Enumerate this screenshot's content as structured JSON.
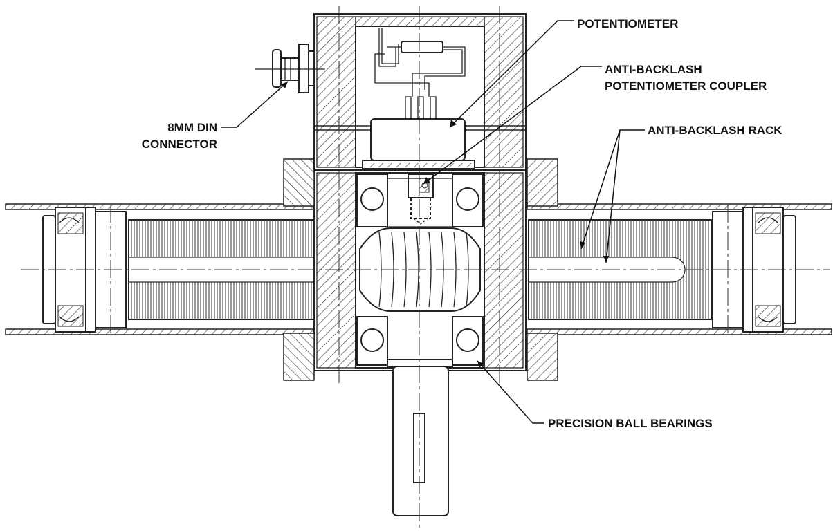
{
  "labels": {
    "potentiometer": "POTENTIOMETER",
    "coupler_line1": "ANTI-BACKLASH",
    "coupler_line2": "POTENTIOMETER COUPLER",
    "rack": "ANTI-BACKLASH RACK",
    "din_line1": "8MM DIN",
    "din_line2": "CONNECTOR",
    "bearings": "PRECISION BALL BEARINGS"
  },
  "colors": {
    "line": "#222222",
    "hatch": "#333333",
    "background": "#ffffff"
  }
}
